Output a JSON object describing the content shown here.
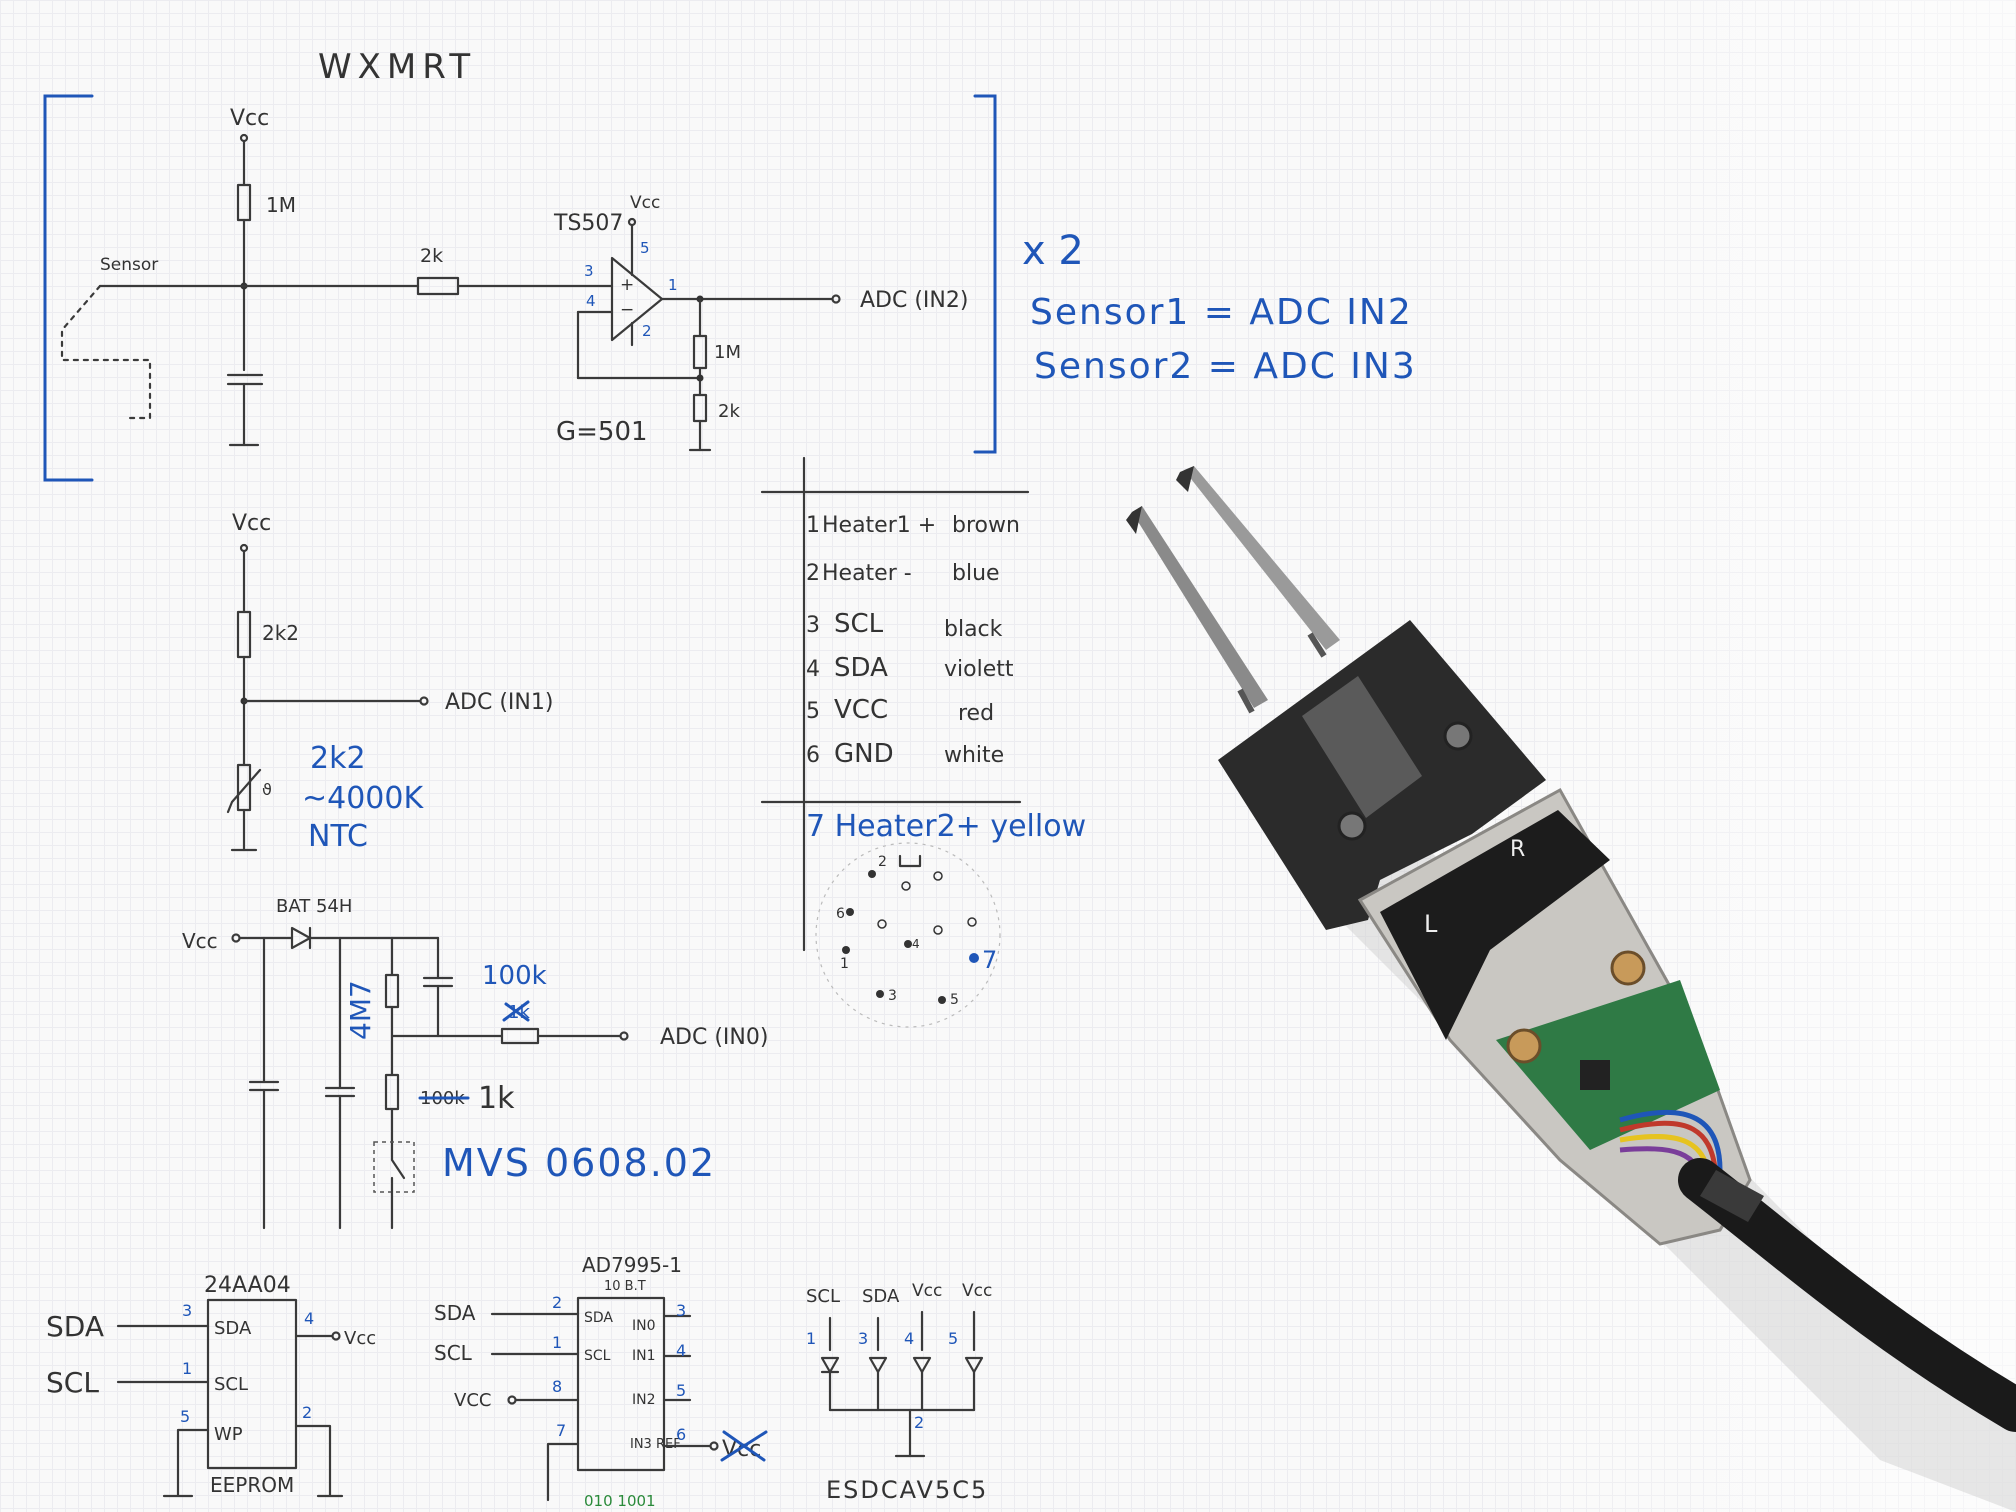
{
  "title": "WXMRT",
  "sensor_circuit": {
    "vcc": "Vcc",
    "r_pullup": "1M",
    "sensor": "Sensor",
    "r_in": "2k",
    "opamp": "TS507",
    "vcc_op": "Vcc",
    "pin5": "5",
    "pin3": "3",
    "pin4": "4",
    "pin1": "1",
    "pin2": "2",
    "output": "ADC (IN2)",
    "r_fb": "1M",
    "r_gnd": "2k",
    "gain": "G=501"
  },
  "multiplier": {
    "count": "x 2",
    "line1": "Sensor1 = ADC IN2",
    "line2": "Sensor2 = ADC IN3"
  },
  "ntc_circuit": {
    "vcc": "Vcc",
    "r1": "2k2",
    "output": "ADC (IN1)",
    "ntc_line1": "2k2",
    "ntc_line2": "~4000K",
    "ntc_line3": "NTC"
  },
  "pinout": {
    "rows": [
      {
        "num": "1",
        "name": "Heater1 +",
        "color": "brown"
      },
      {
        "num": "2",
        "name": "Heater -",
        "color": "blue"
      },
      {
        "num": "3",
        "name": "SCL",
        "color": "black"
      },
      {
        "num": "4",
        "name": "SDA",
        "color": "violett"
      },
      {
        "num": "5",
        "name": "VCC",
        "color": "red"
      },
      {
        "num": "6",
        "name": "GND",
        "color": "white"
      }
    ],
    "extra": "7 Heater2+ yellow",
    "connector_pins": [
      "2",
      "6",
      "1",
      "3",
      "5",
      "4",
      "7"
    ]
  },
  "switch_circuit": {
    "vcc": "Vcc",
    "diode": "BAT 54H",
    "r_top": "4M7",
    "r_series": "100k",
    "r_series_struck": "1k",
    "r_bottom_struck": "100k",
    "r_bottom": "1k",
    "output": "ADC (IN0)",
    "switch": "MVS 0608.02"
  },
  "eeprom": {
    "chip": "24AA04",
    "label": "EEPROM",
    "sda": "SDA",
    "scl": "SCL",
    "vcc": "Vcc",
    "pins": {
      "sda": "SDA",
      "scl": "SCL",
      "wp": "WP"
    },
    "pin_numbers": [
      "3",
      "1",
      "5",
      "4",
      "2"
    ]
  },
  "adc_chip": {
    "chip": "AD7995-1",
    "sub": "10 B.T",
    "addr": "010 1001",
    "sda": "SDA",
    "scl": "SCL",
    "vcc": "VCC",
    "pins_left": [
      "SDA",
      "SCL"
    ],
    "pins_right": [
      "IN0",
      "IN1",
      "IN2",
      "IN3 REF"
    ],
    "pin_numbers": [
      "2",
      "1",
      "8",
      "7",
      "3",
      "4",
      "5",
      "6"
    ],
    "struck": "Vcc"
  },
  "esd": {
    "labels": [
      "SCL",
      "SDA",
      "Vcc",
      "Vcc"
    ],
    "pins": [
      "1",
      "3",
      "4",
      "5",
      "2"
    ],
    "part": "ESDCAV5C5"
  },
  "device": {
    "button_l": "L",
    "button_r": "R"
  },
  "colors": {
    "ink": "#333333",
    "blue_ink": "#1f56b8",
    "paper": "#f9f9f9",
    "device_body": "#2b2b2b"
  }
}
